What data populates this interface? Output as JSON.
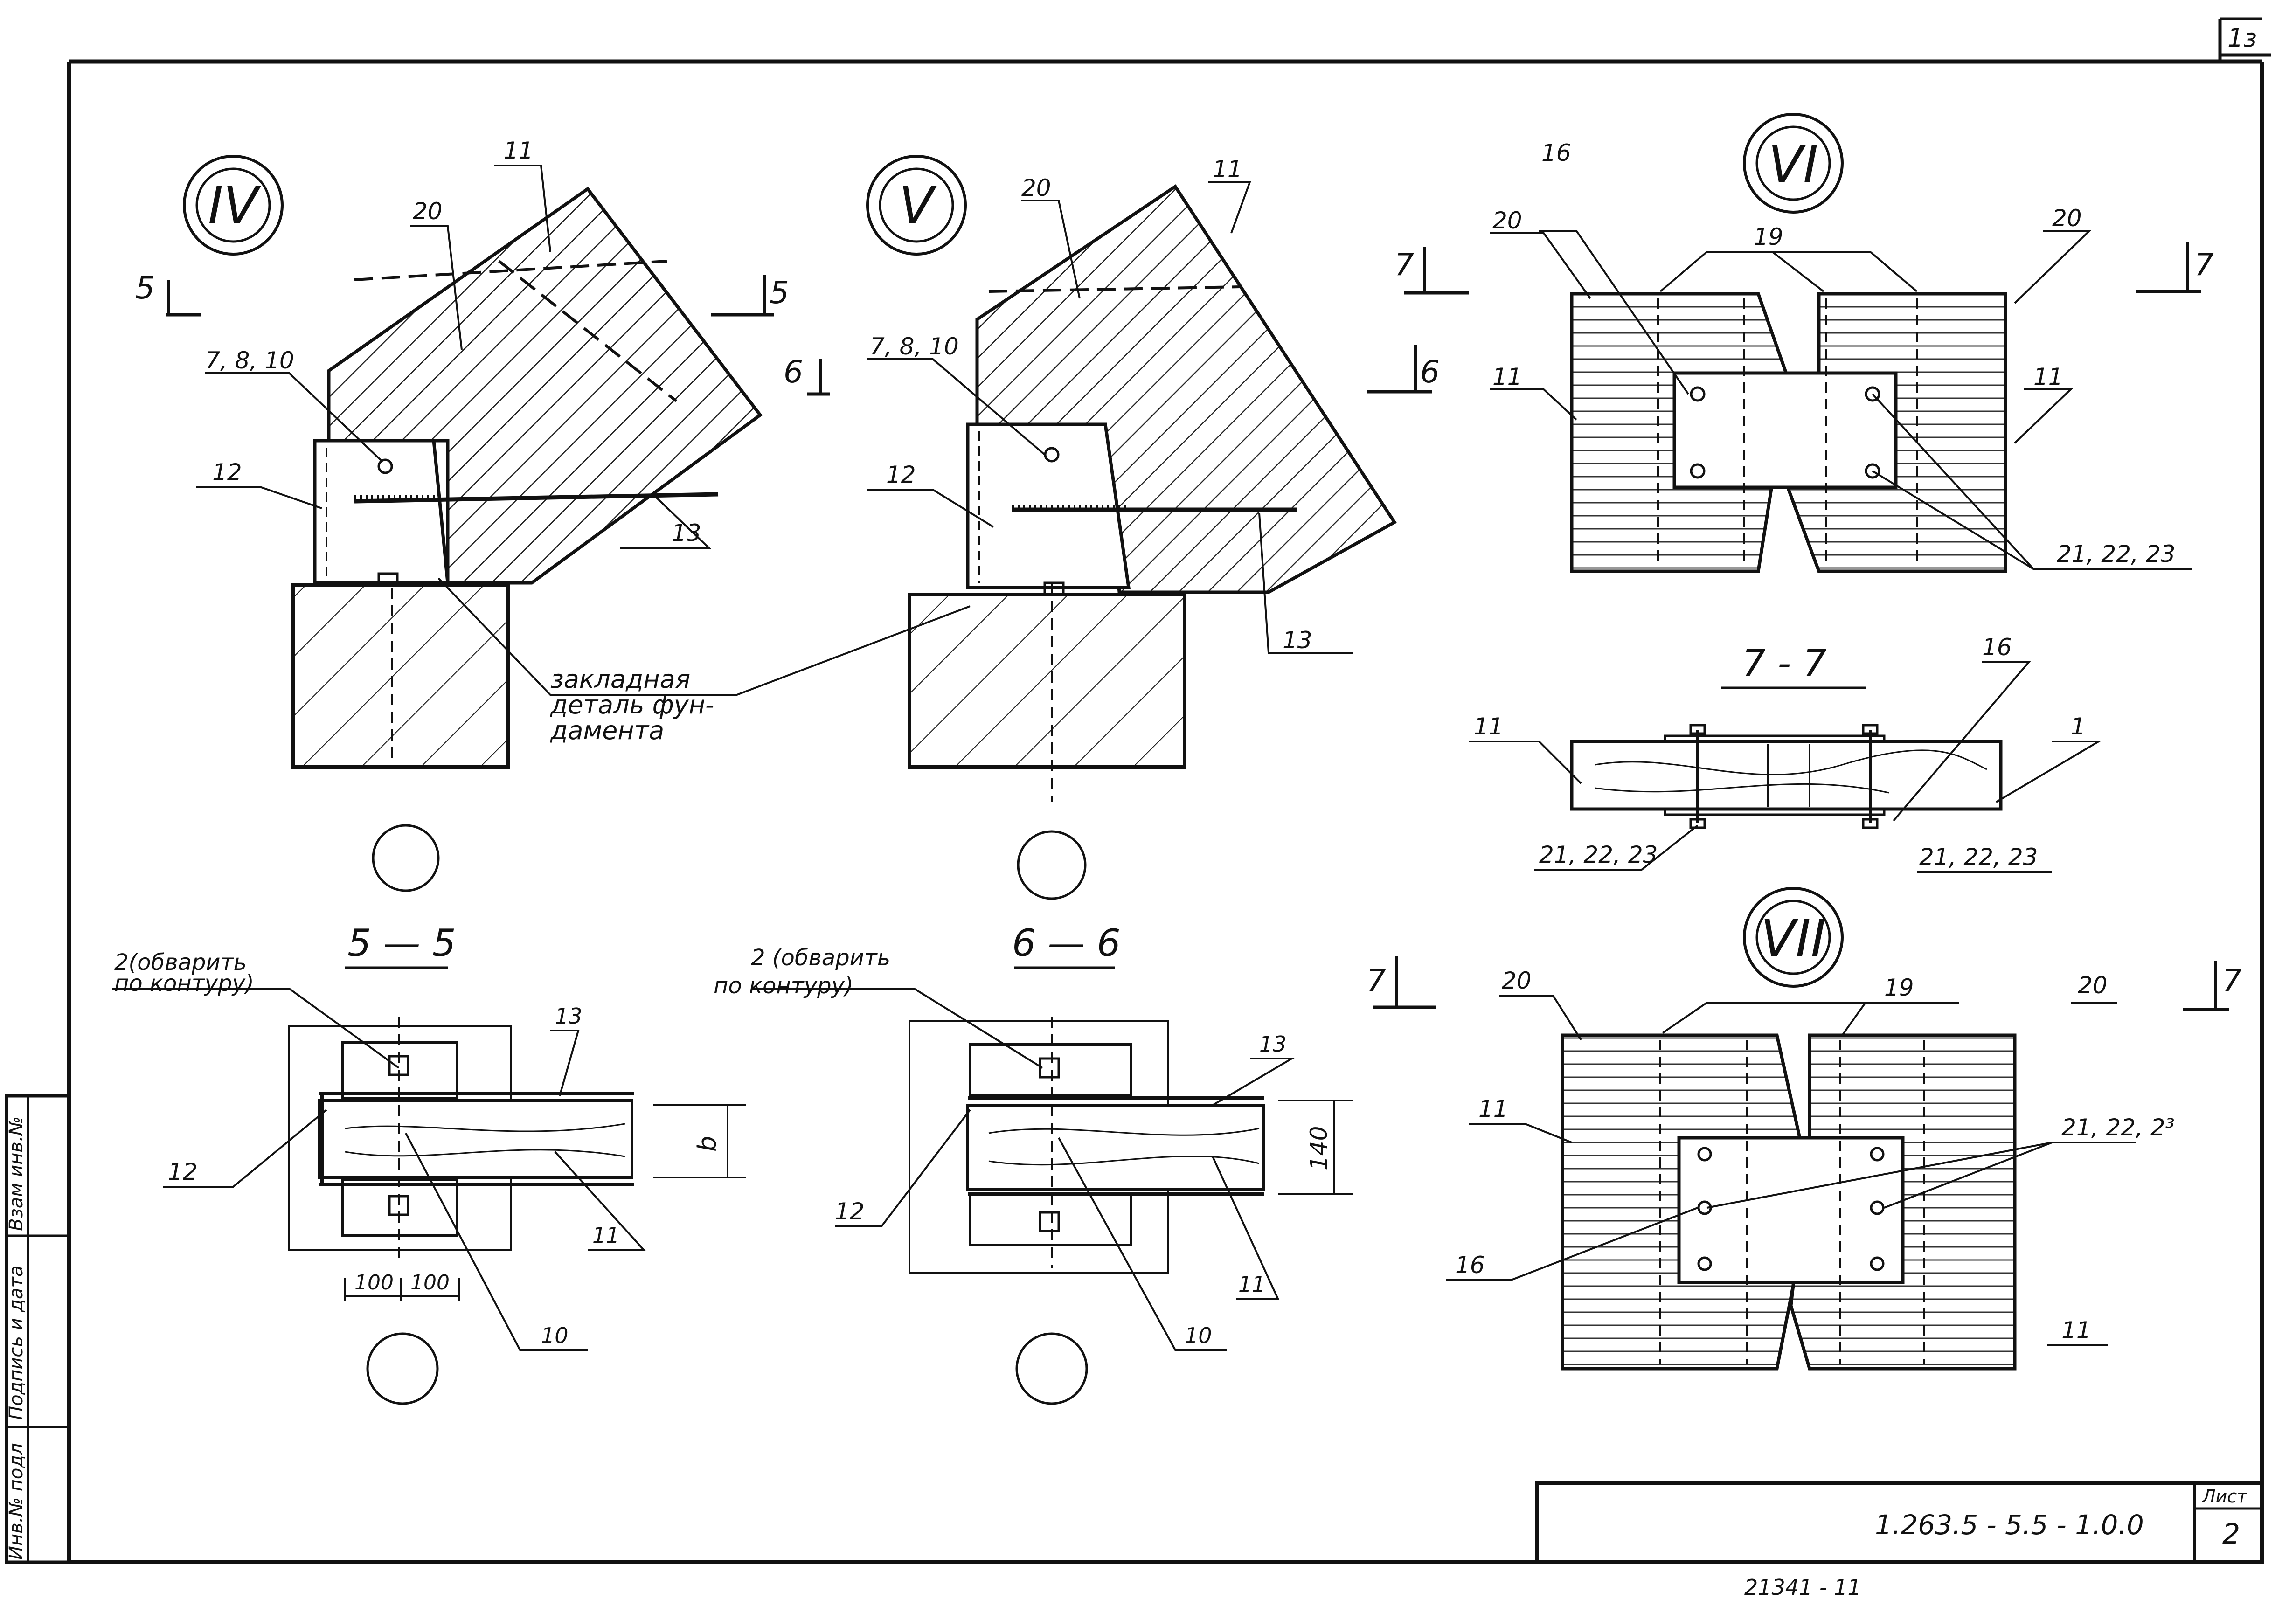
{
  "page_number_corner": "1з",
  "details": {
    "iv": {
      "roman": "IV",
      "section_cut": "5",
      "labels": {
        "beam": "11",
        "rod": "20",
        "bolts": "7, 8, 10",
        "plate": "12",
        "bar": "13"
      }
    },
    "v": {
      "roman": "V",
      "section_cut": "6",
      "labels": {
        "beam": "11",
        "rod": "20",
        "bolts": "7, 8, 10",
        "plate": "12",
        "bar": "13"
      }
    },
    "vi": {
      "roman": "VI",
      "section_cut": "7",
      "labels": {
        "overlay": "16",
        "pins": "19",
        "left_rod": "20",
        "right_rod": "20",
        "left_beam": "11",
        "right_beam": "11",
        "bolts": "21, 22, 23"
      }
    },
    "vii": {
      "roman": "VII",
      "section_cut": "7",
      "labels": {
        "rod_left": "20",
        "rod_right": "20",
        "pins": "19",
        "beam_left": "11",
        "beam_bottom": "11",
        "overlay": "16",
        "bolts": "21, 22, 2³"
      }
    }
  },
  "foundation_note": {
    "line1": "закладная",
    "line2": "деталь фун-",
    "line3": "дамента"
  },
  "sections": {
    "s55": {
      "title": "5 — 5",
      "weld_note_1": "2(обварить",
      "weld_note_2": "по контуру)",
      "lbl_13": "13",
      "lbl_12": "12",
      "lbl_11": "11",
      "lbl_10": "10",
      "dim_b": "b",
      "dim_left": "100",
      "dim_right": "100"
    },
    "s66": {
      "title": "6 — 6",
      "weld_note_1": "2 (обварить",
      "weld_note_2": "по контуру)",
      "lbl_13": "13",
      "lbl_12": "12",
      "lbl_11": "11",
      "lbl_10": "10",
      "dim_140": "140"
    },
    "s77": {
      "title": "7 - 7",
      "lbl_11": "11",
      "lbl_16": "16",
      "lbl_1": "1",
      "bolts_left": "21, 22, 23",
      "bolts_right": "21, 22, 23"
    }
  },
  "side_stamp": {
    "c1": "Инв.№ подл",
    "c2": "Подпись и дата",
    "c3": "Взам инв.№"
  },
  "title_block": {
    "code": "1.263.5 - 5.5 - 1.0.0",
    "sheet_label": "Лист",
    "sheet_number": "2"
  },
  "bottom_stamp": "21341 - 11"
}
